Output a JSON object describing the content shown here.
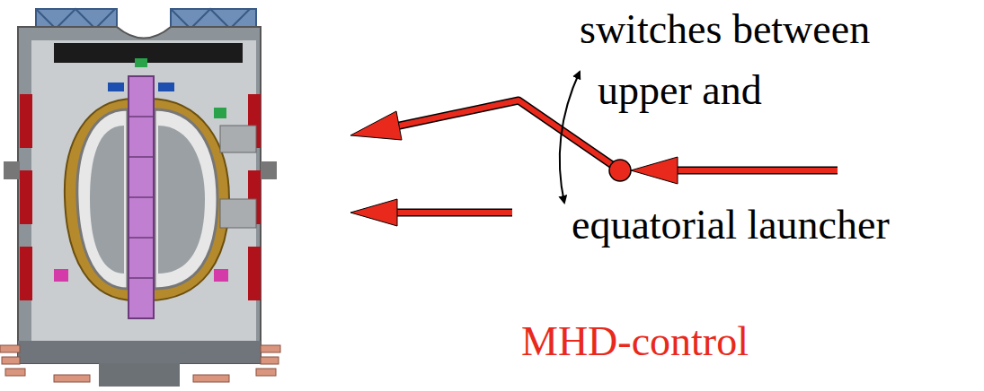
{
  "diagram": {
    "labels": [
      "switches between",
      "upper and",
      "equatorial launcher",
      "MHD-control"
    ]
  }
}
